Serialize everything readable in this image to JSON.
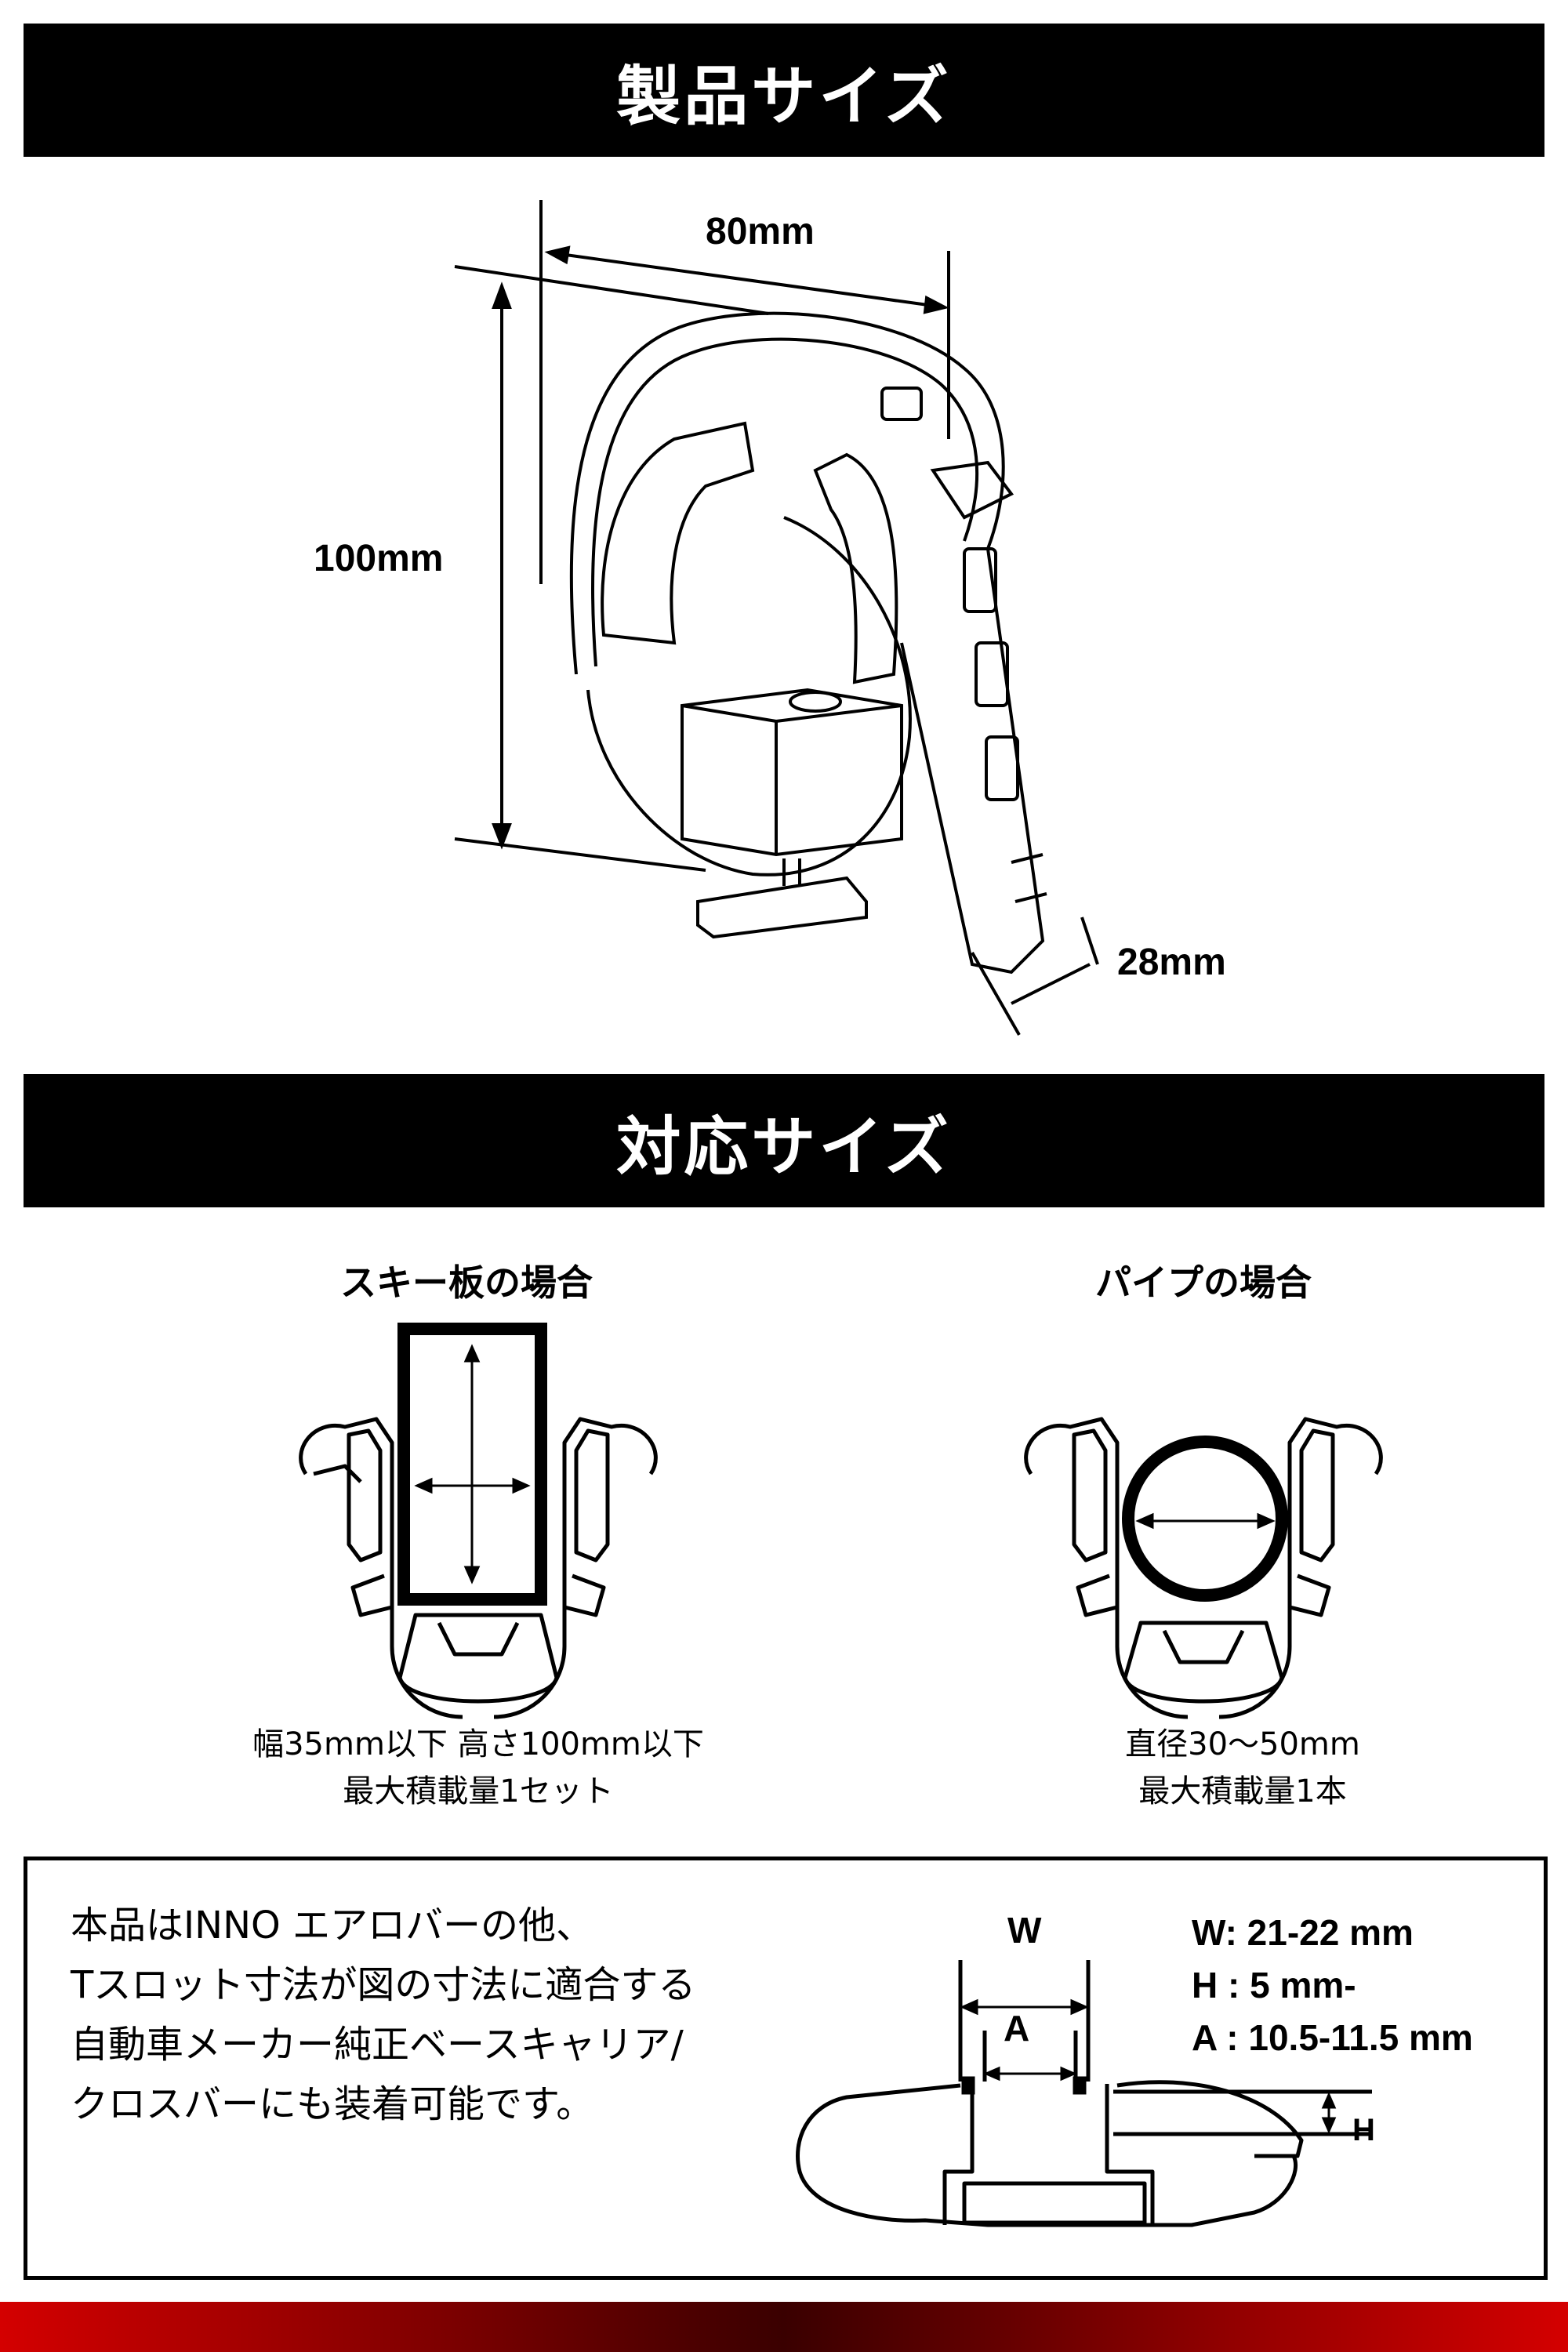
{
  "sections": {
    "product_size_title": "製品サイズ",
    "compatible_size_title": "対応サイズ"
  },
  "product_dimensions": {
    "width": "80mm",
    "height": "100mm",
    "depth": "28mm"
  },
  "ski_case": {
    "title": "スキー板の場合",
    "caption_line1": "幅35mm以下 高さ100mm以下",
    "caption_line2": "最大積載量1セット"
  },
  "pipe_case": {
    "title": "パイプの場合",
    "caption_line1": "直径30～50mm",
    "caption_line2": "最大積載量1本"
  },
  "note": {
    "line1": "本品はINNO エアロバーの他、",
    "line2": "Tスロット寸法が図の寸法に適合する",
    "line3": "自動車メーカー純正ベースキャリア/",
    "line4": "クロスバーにも装着可能です。"
  },
  "slot_diagram": {
    "label_w": "W",
    "label_a": "A",
    "label_h": "H",
    "spec_w": "W: 21-22 mm",
    "spec_h": "H : 5 mm-",
    "spec_a": "A : 10.5-11.5 mm"
  },
  "colors": {
    "banner": "#000000",
    "accent_bar": "#d40000"
  }
}
